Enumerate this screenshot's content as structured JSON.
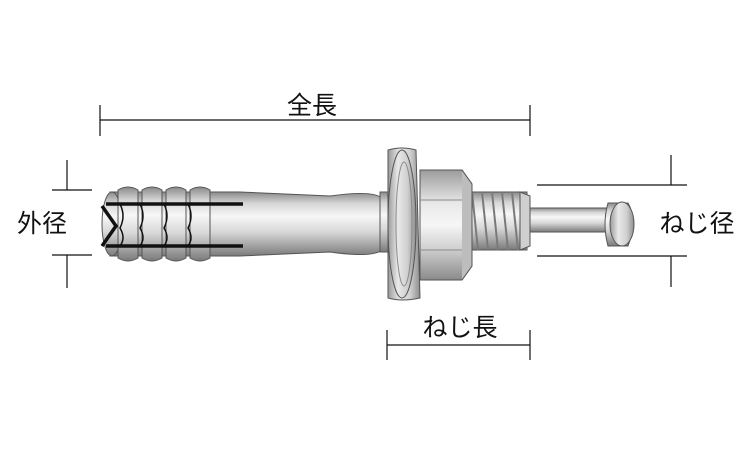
{
  "labels": {
    "overall_length": "全長",
    "outer_diameter": "外径",
    "thread_length": "ねじ長",
    "thread_diameter": "ねじ径"
  },
  "colors": {
    "line": "#111111",
    "metal_light": "#f4f4f4",
    "metal_mid": "#b8b8b8",
    "metal_dark": "#6e6e6e"
  }
}
